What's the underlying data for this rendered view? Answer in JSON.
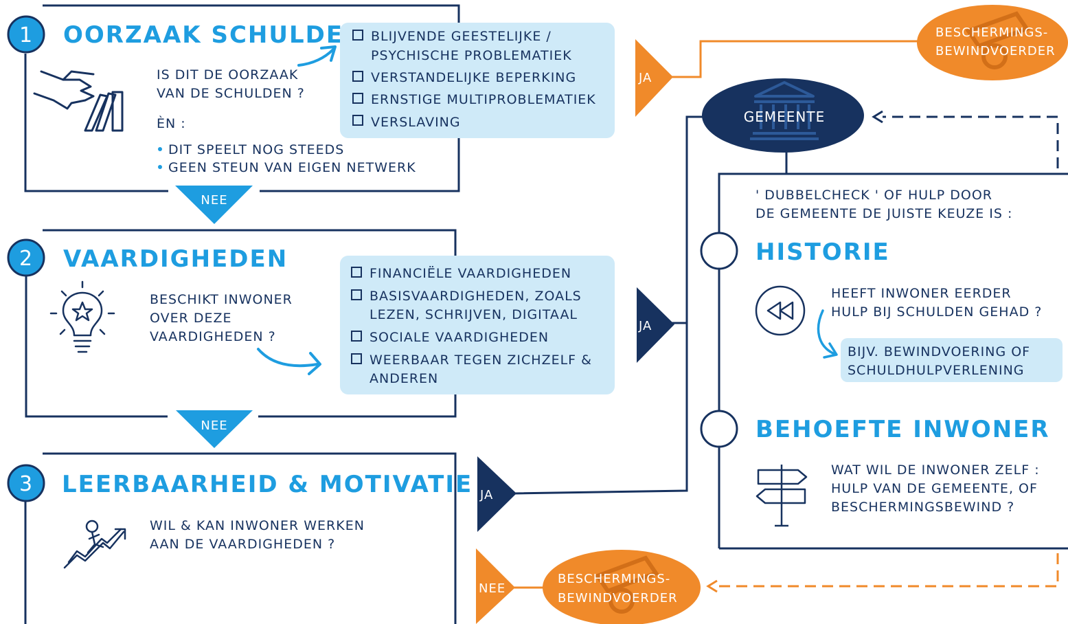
{
  "colors": {
    "navy": "#17325f",
    "blue": "#1e9de0",
    "lightblue": "#cfeaf8",
    "orange": "#f08a2a"
  },
  "step1": {
    "number": "1",
    "title": "OORZAAK SCHULDEN",
    "question_line1": "IS DIT DE OORZAAK",
    "question_line2": "VAN DE SCHULDEN ?",
    "and_label": "ÈN :",
    "bullet1": "DIT SPEELT NOG STEEDS",
    "bullet2": "GEEN STEUN VAN EIGEN NETWERK",
    "icon": "hand-pushing-books-icon",
    "checklist": {
      "item1_line1": "BLIJVENDE GEESTELIJKE /",
      "item1_line2": "PSYCHISCHE PROBLEMATIEK",
      "item2": "VERSTANDELIJKE BEPERKING",
      "item3": "ERNSTIGE MULTIPROBLEMATIEK",
      "item4": "VERSLAVING"
    },
    "nee_label": "NEE",
    "ja_label": "JA"
  },
  "step2": {
    "number": "2",
    "title": "VAARDIGHEDEN",
    "question_line1": "BESCHIKT INWONER",
    "question_line2": "OVER DEZE",
    "question_line3": "VAARDIGHEDEN ?",
    "icon": "lightbulb-icon",
    "checklist": {
      "item1": "FINANCIËLE VAARDIGHEDEN",
      "item2_line1": "BASISVAARDIGHEDEN, ZOALS",
      "item2_line2": "LEZEN, SCHRIJVEN, DIGITAAL",
      "item3": "SOCIALE VAARDIGHEDEN",
      "item4_line1": "WEERBAAR TEGEN ZICHZELF &",
      "item4_line2": "ANDEREN"
    },
    "nee_label": "NEE",
    "ja_label": "JA"
  },
  "step3": {
    "number": "3",
    "title": "LEERBAARHEID & MOTIVATIE",
    "question_line1": "WIL & KAN INWONER WERKEN",
    "question_line2": "AAN DE VAARDIGHEDEN ?",
    "icon": "person-climbing-arrow-icon",
    "ja_label": "JA",
    "nee_label": "NEE"
  },
  "bewindvoerder_top": {
    "line1": "BESCHERMINGS-",
    "line2": "BEWINDVOERDER"
  },
  "bewindvoerder_bottom": {
    "line1": "BESCHERMINGS-",
    "line2": "BEWINDVOERDER"
  },
  "gemeente": {
    "label": "GEMEENTE",
    "icon": "town-hall-icon"
  },
  "gemeente_panel": {
    "intro_line1": "' DUBBELCHECK ' OF HULP DOOR",
    "intro_line2": "DE GEMEENTE DE JUISTE KEUZE IS :",
    "historie": {
      "title": "HISTORIE",
      "question_line1": "HEEFT INWONER EERDER",
      "question_line2": "HULP BIJ SCHULDEN GEHAD ?",
      "example_line1": "BIJV. BEWINDVOERING OF",
      "example_line2": "SCHULDHULPVERLENING",
      "icon": "rewind-icon"
    },
    "behoefte": {
      "title": "BEHOEFTE INWONER",
      "question_line1": "WAT WIL DE INWONER ZELF :",
      "question_line2": "HULP VAN DE GEMEENTE, OF",
      "question_line3": "BESCHERMINGSBEWIND ?",
      "icon": "signpost-icon"
    }
  }
}
